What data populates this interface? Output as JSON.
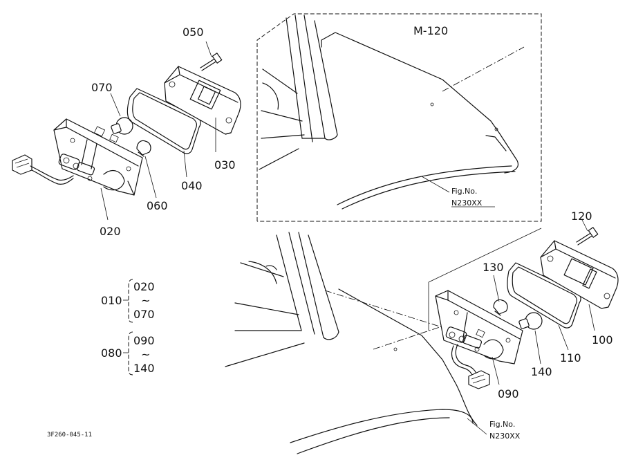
{
  "callouts": {
    "p010": "010",
    "p020_group": "020",
    "tilde1": "~",
    "p070_group": "070",
    "p080": "080",
    "p090_group": "090",
    "tilde2": "~",
    "p140_group": "140",
    "p020": "020",
    "p030": "030",
    "p040": "040",
    "p050": "050",
    "p060": "060",
    "p070": "070",
    "p090": "090",
    "p100": "100",
    "p110": "110",
    "p120": "120",
    "p130": "130",
    "p140": "140"
  },
  "inset": {
    "title": "M-120",
    "fig_label": "Fig.No.",
    "fig_number": "N230XX"
  },
  "main_ref": {
    "fig_label": "Fig.No.",
    "fig_number": "N230XX"
  },
  "drawing_code": "3F260-045-11"
}
